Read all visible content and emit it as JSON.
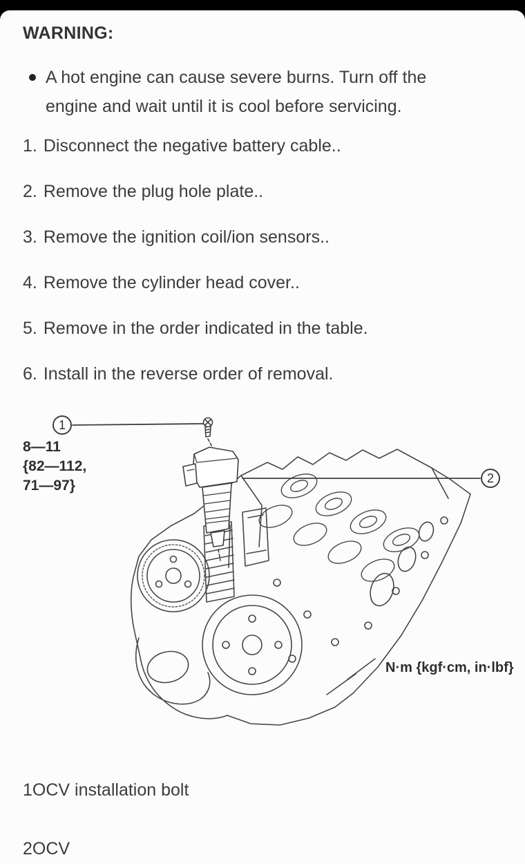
{
  "page": {
    "warning_label": "WARNING:",
    "warning_bullet": "A hot engine can cause severe burns. Turn off the engine and wait until it is cool before servicing.",
    "steps": [
      {
        "num": "1.",
        "text": "Disconnect the negative battery cable.."
      },
      {
        "num": "2.",
        "text": "Remove the plug hole plate.."
      },
      {
        "num": "3.",
        "text": "Remove the ignition coil/ion sensors.."
      },
      {
        "num": "4.",
        "text": "Remove the cylinder head cover.."
      },
      {
        "num": "5.",
        "text": "Remove in the order indicated in the table."
      },
      {
        "num": "6.",
        "text": "Install in the reverse order of removal."
      }
    ]
  },
  "diagram": {
    "callout_1": "1",
    "callout_2": "2",
    "torque_line1": "8—11",
    "torque_line2": "{82—112,",
    "torque_line3": "71—97}",
    "units_label": "N·m {kgf·cm, in·lbf}",
    "legend": [
      {
        "num": "1",
        "label": "OCV installation bolt"
      },
      {
        "num": "2",
        "label": "OCV"
      }
    ]
  },
  "colors": {
    "ink": "#3c3c3c",
    "line": "#464646",
    "paper": "#fcfcfc"
  }
}
